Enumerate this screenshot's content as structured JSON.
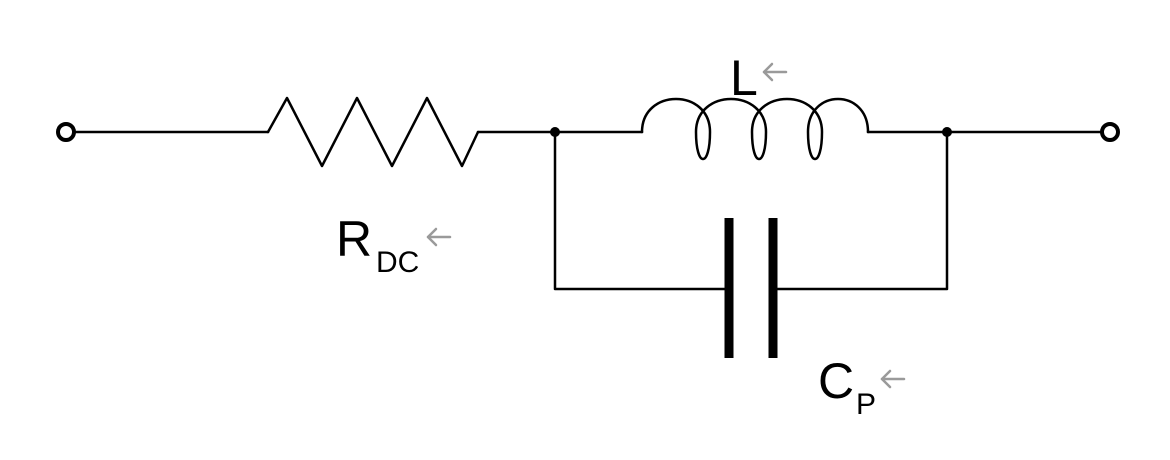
{
  "components": {
    "resistor": {
      "symbol": "R",
      "subscript": "DC"
    },
    "inductor": {
      "symbol": "L"
    },
    "capacitor": {
      "symbol": "C",
      "subscript": "P"
    }
  },
  "colors": {
    "wire": "#000000",
    "background": "#ffffff",
    "arrow": "#9a9a9a"
  }
}
